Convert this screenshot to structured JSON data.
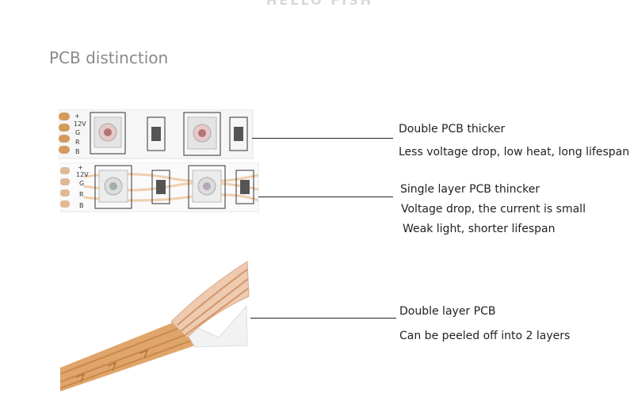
{
  "brand": "HELLO FISH",
  "section_title": "PCB distinction",
  "double_pcb": {
    "title": "Double PCB thicker",
    "desc": "Less voltage drop, low heat, long lifespan",
    "strip_labels": [
      "+",
      "12V",
      "G",
      "R",
      "B"
    ]
  },
  "single_pcb": {
    "title": "Single layer PCB thincker",
    "desc1": "Voltage drop, the current is small",
    "desc2": "Weak light, shorter lifespan",
    "strip_labels": [
      "+",
      "12V",
      "G",
      "R",
      "B"
    ]
  },
  "peel": {
    "title": "Double layer PCB",
    "desc": "Can be peeled off into 2 layers"
  },
  "colors": {
    "pcb_white": "#f4f4f4",
    "copper": "#d49a5c",
    "led_body": "#e6e6e6",
    "led_die": "#b06a6a"
  }
}
